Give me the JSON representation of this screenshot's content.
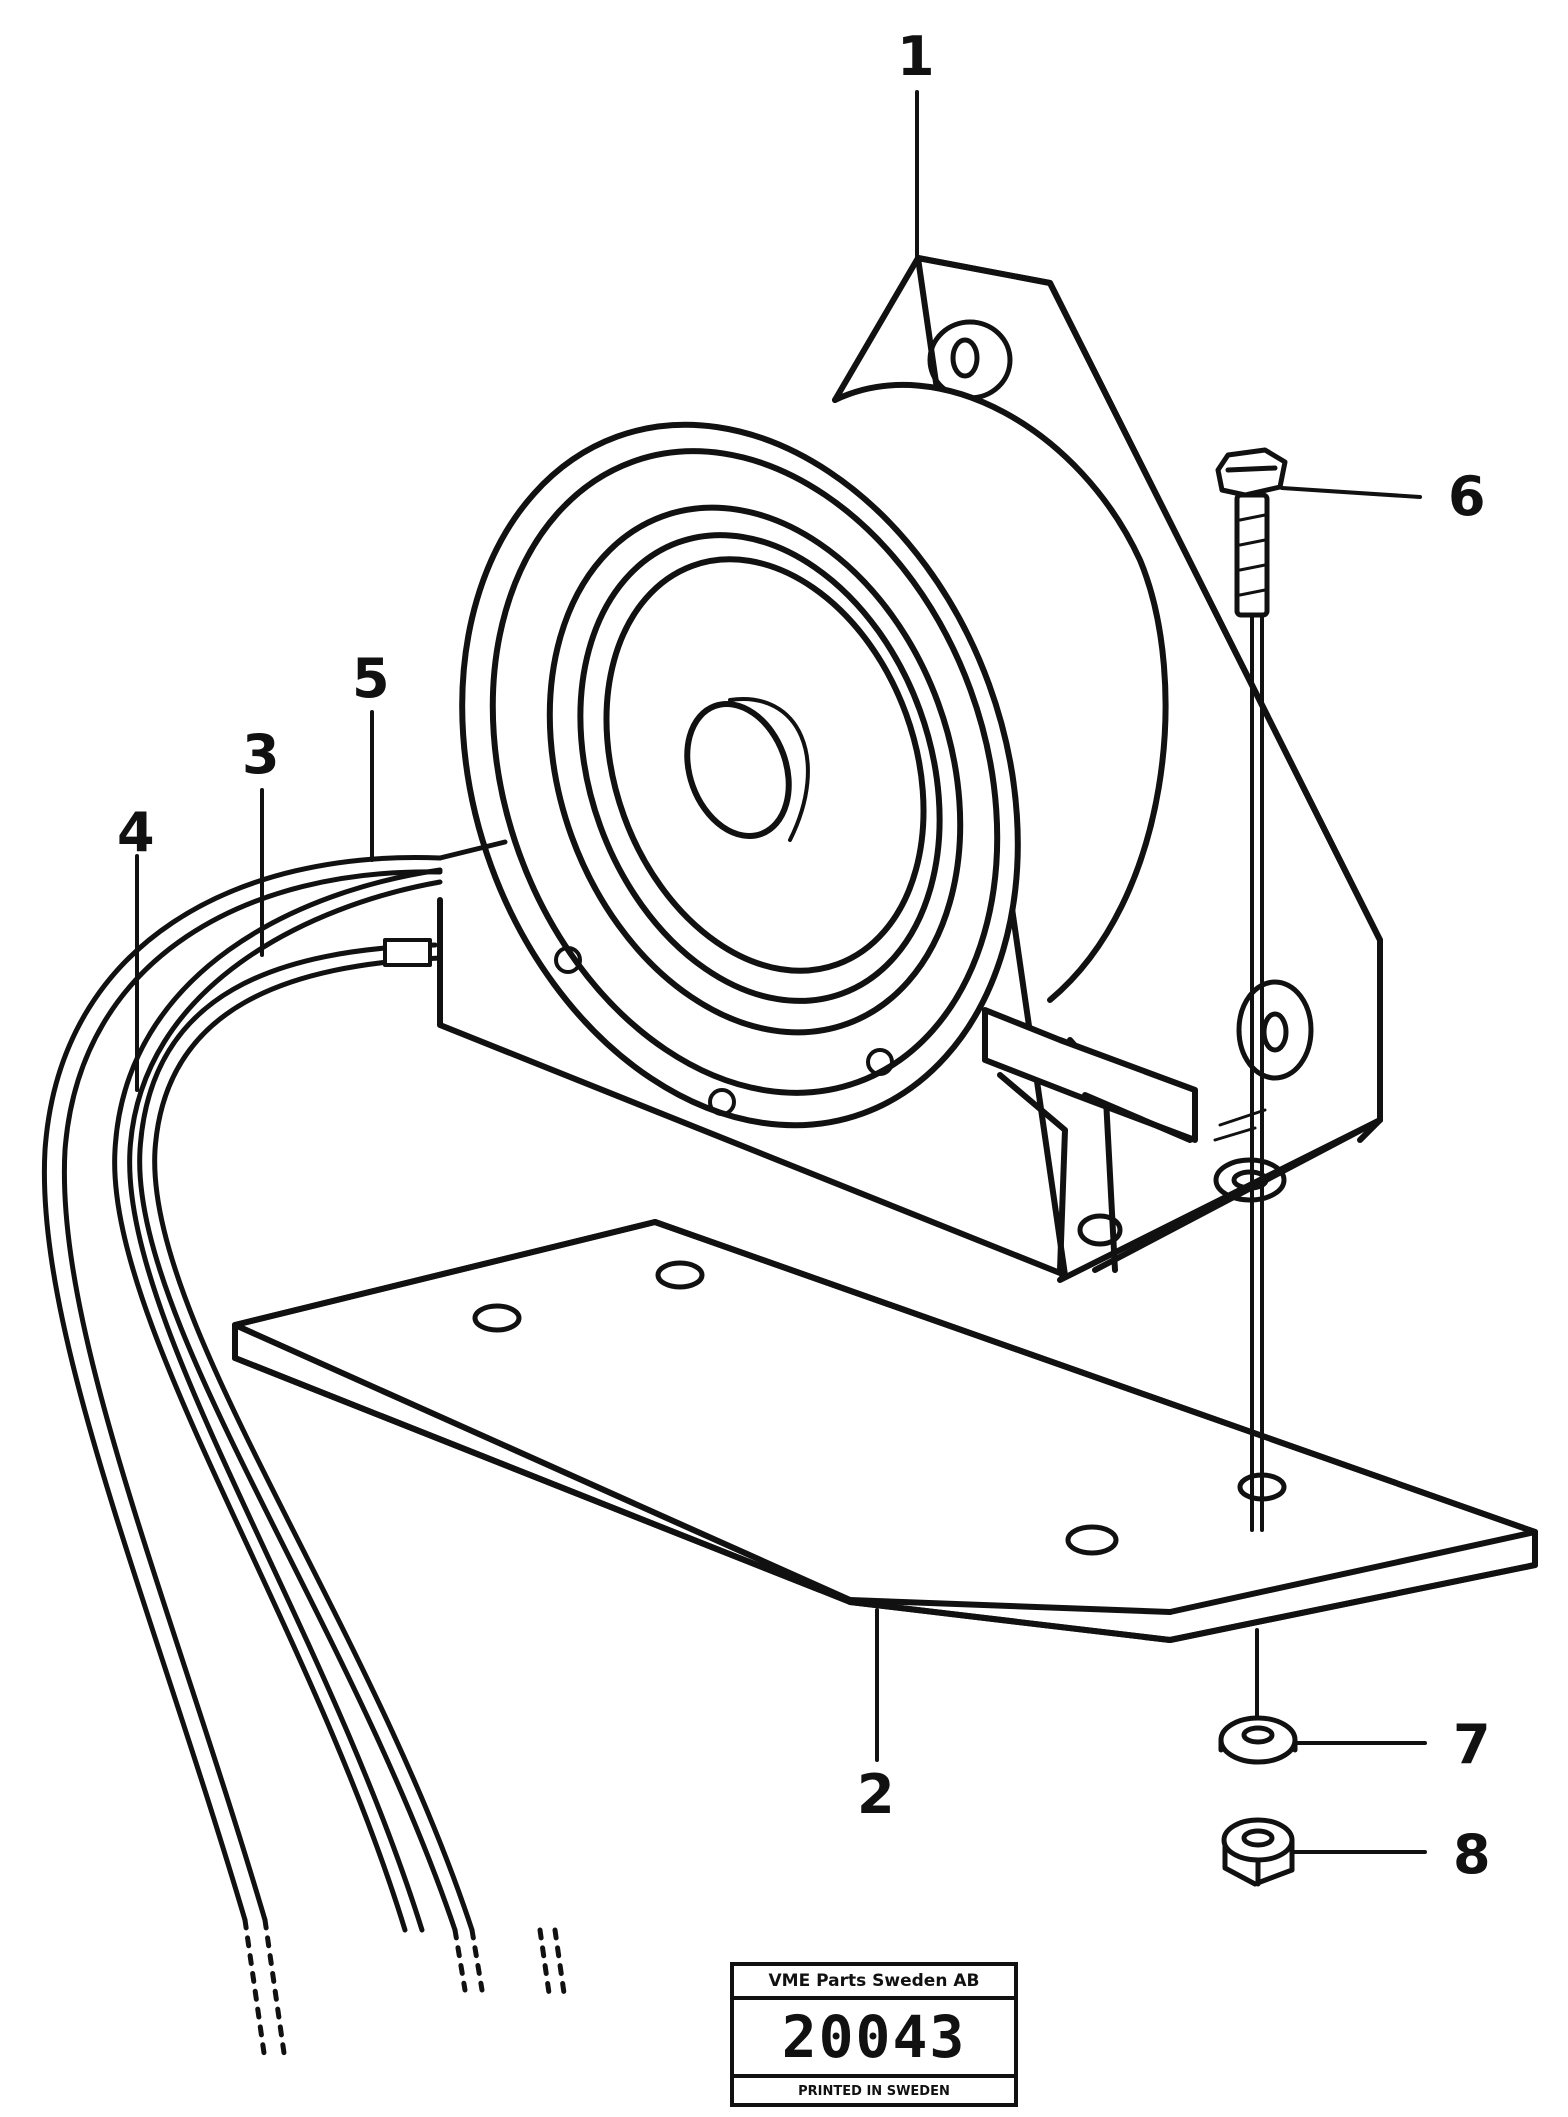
{
  "callouts": {
    "c1": "1",
    "c2": "2",
    "c3": "3",
    "c4": "4",
    "c5": "5",
    "c6": "6",
    "c7": "7",
    "c8": "8"
  },
  "stamp": {
    "company": "VME Parts Sweden AB",
    "number": "20043",
    "footer": "PRINTED IN SWEDEN"
  },
  "colors": {
    "ink": "#111111",
    "paper": "#ffffff"
  }
}
